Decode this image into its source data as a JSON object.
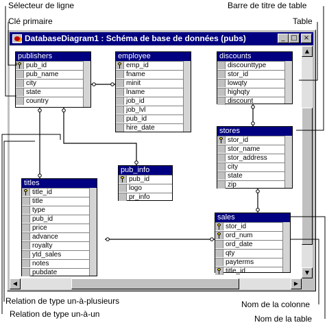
{
  "callouts": {
    "row_selector": "Sélecteur de ligne",
    "primary_key": "Clé primaire",
    "title_bar": "Barre de titre de table",
    "table": "Table",
    "one_to_many": "Relation de type un-à-plusieurs",
    "one_to_one": "Relation de type un-à-un",
    "column_name": "Nom de la colonne",
    "table_name": "Nom de la table"
  },
  "window": {
    "title": "DatabaseDiagram1 : Schéma de base de données (pubs)",
    "minimize": "_",
    "maximize": "□",
    "close": "×"
  },
  "tables": {
    "publishers": {
      "name": "publishers",
      "columns": [
        "pub_id",
        "pub_name",
        "city",
        "state",
        "country"
      ],
      "keys": [
        0
      ]
    },
    "employee": {
      "name": "employee",
      "columns": [
        "emp_id",
        "fname",
        "minit",
        "lname",
        "job_id",
        "job_lvl",
        "pub_id",
        "hire_date"
      ],
      "keys": [
        0
      ]
    },
    "discounts": {
      "name": "discounts",
      "columns": [
        "discounttype",
        "stor_id",
        "lowqty",
        "highqty",
        "discount"
      ],
      "keys": []
    },
    "stores": {
      "name": "stores",
      "columns": [
        "stor_id",
        "stor_name",
        "stor_address",
        "city",
        "state",
        "zip"
      ],
      "keys": [
        0
      ]
    },
    "pub_info": {
      "name": "pub_info",
      "columns": [
        "pub_id",
        "logo",
        "pr_info"
      ],
      "keys": [
        0
      ]
    },
    "titles": {
      "name": "titles",
      "columns": [
        "title_id",
        "title",
        "type",
        "pub_id",
        "price",
        "advance",
        "royalty",
        "ytd_sales",
        "notes",
        "pubdate"
      ],
      "keys": [
        0
      ]
    },
    "sales": {
      "name": "sales",
      "columns": [
        "stor_id",
        "ord_num",
        "ord_date",
        "qty",
        "payterms",
        "title_id"
      ],
      "keys": [
        0,
        1,
        5
      ]
    }
  },
  "colors": {
    "title_bar": "#000080",
    "window_face": "#c0c0c0",
    "canvas": "#ffffff"
  },
  "icons": {
    "app": "database-diagram-icon",
    "key": "primary-key-icon"
  }
}
